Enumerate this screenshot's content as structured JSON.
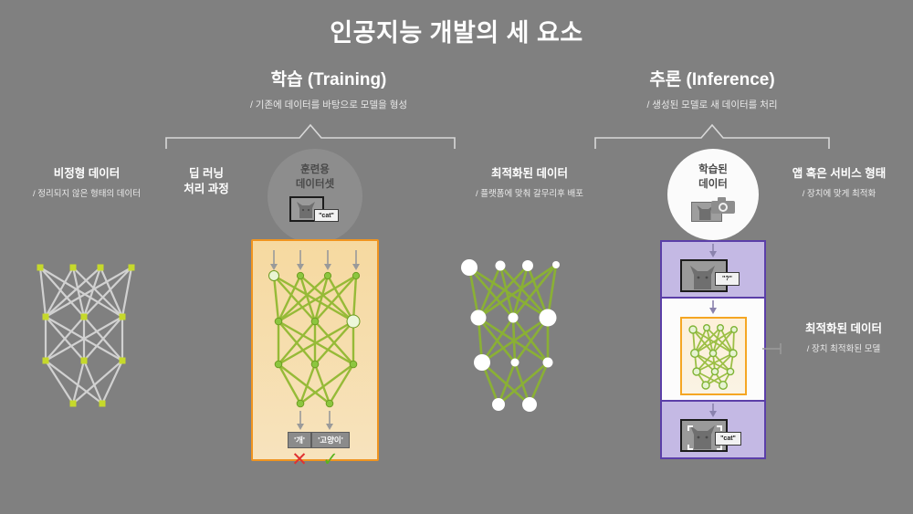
{
  "page": {
    "title": "인공지능 개발의 세 요소",
    "background_color": "#808080"
  },
  "sections": [
    {
      "id": "training",
      "title": "학습 (Training)",
      "subtitle": "/ 기존에 데이터를 바탕으로 모델을 형성"
    },
    {
      "id": "inference",
      "title": "추론 (Inference)",
      "subtitle": "/ 생성된 모델로 새 데이터를 처리"
    }
  ],
  "blocks": {
    "unstructured_data": {
      "title": "비정형 데이터",
      "subtitle": "/ 정리되지 않은 형태의 데이터"
    },
    "deep_learning": {
      "title": "딥 러닝\n처리 과정",
      "line1": "딥 러닝",
      "line2": "처리 과정"
    },
    "training_dataset": {
      "line1": "훈련용",
      "line2": "데이터셋",
      "icon": "cat-photo-with-label-icon",
      "tag_text": "\"cat\""
    },
    "optimized_data": {
      "title": "최적화된 데이터",
      "subtitle": "/ 플랫폼에 맞춰 갈무리후 배포"
    },
    "trained_data": {
      "line1": "학습된",
      "line2": "데이터",
      "icon": "camera-photo-icon"
    },
    "app_service": {
      "title": "앱 혹은 서비스 형태",
      "subtitle": "/ 장치에 맞게 최적화"
    },
    "device_optimized": {
      "title": "최적화된 데이터",
      "subtitle": "/ 장치 최적화된 모델"
    }
  },
  "training_panel": {
    "class_labels": [
      {
        "text": "'개'",
        "mark": "✕",
        "mark_type": "wrong",
        "mark_color": "#e03131"
      },
      {
        "text": "'고양이'",
        "mark": "✓",
        "mark_type": "correct",
        "mark_color": "#5ab31e"
      }
    ],
    "border_color": "#f0941f",
    "fill_color": "#f6d9a0"
  },
  "inference_stack": {
    "border_color": "#5b3fa8",
    "cell_fill": "#c4b9e4",
    "top_cell": {
      "icon": "cat-photo-icon",
      "tag_text": "\"?\""
    },
    "middle_cell": {
      "icon": "neural-network-icon",
      "inner_border_color": "#f5a623"
    },
    "bottom_cell": {
      "icon": "cat-photo-detected-icon",
      "tag_text": "\"cat\""
    }
  },
  "networks": {
    "unstructured": {
      "node_color": "#c6d92b",
      "edge_color": "#d6d6d6",
      "layers": [
        4,
        3,
        3,
        2
      ]
    },
    "training": {
      "node_color": "#8cc63f",
      "edge_color": "#8cb72b",
      "layers": [
        4,
        3,
        3,
        2
      ]
    },
    "optimized": {
      "node_color": "#ffffff",
      "edge_color": "#8cb72b",
      "layers": [
        4,
        3,
        3,
        2
      ]
    }
  },
  "colors": {
    "accent_orange": "#f0941f",
    "accent_purple": "#5b3fa8",
    "accent_green": "#8cc63f",
    "text_primary": "#ffffff",
    "text_secondary": "#eaeaea"
  }
}
